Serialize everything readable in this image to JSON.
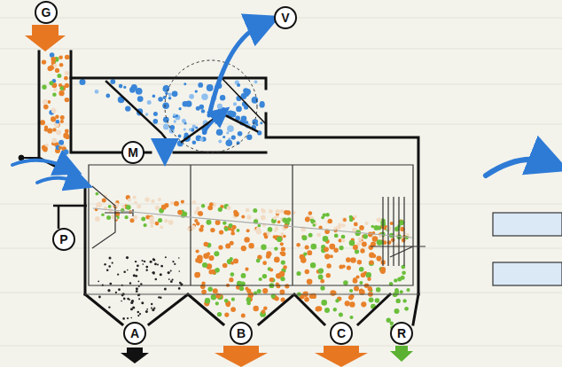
{
  "diagram": {
    "labels": [
      "G",
      "V",
      "M",
      "P",
      "A",
      "B",
      "C",
      "R"
    ]
  }
}
